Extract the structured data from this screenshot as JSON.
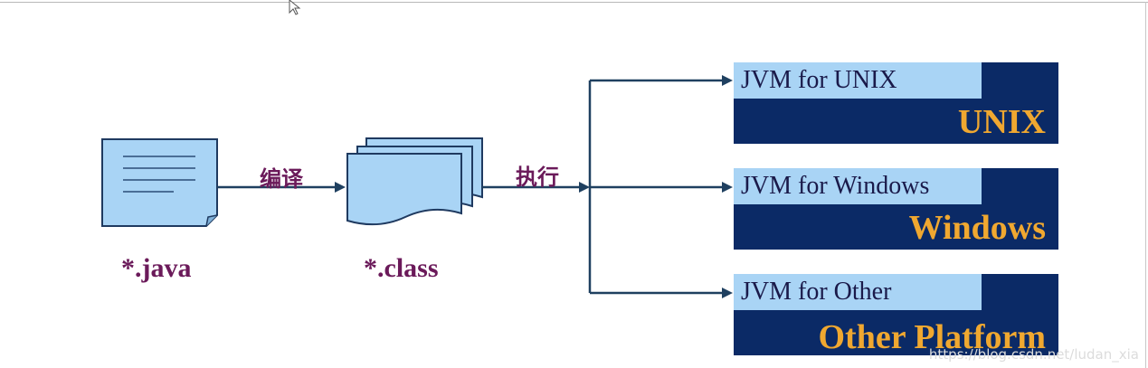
{
  "source_label": "*.java",
  "class_label": "*.class",
  "compile_label": "编译",
  "execute_label": "执行",
  "platforms": [
    {
      "jvm": "JVM for UNIX",
      "os": "UNIX"
    },
    {
      "jvm": "JVM for Windows",
      "os": "Windows"
    },
    {
      "jvm": "JVM for Other",
      "os": "Other Platform"
    }
  ],
  "watermark": "https://blog.csdn.net/ludan_xia",
  "colors": {
    "doc_fill": "#a9d4f5",
    "line": "#1f4060",
    "platform_bg": "#0b2a66",
    "platform_text": "#f0a830",
    "label_text": "#6b1a5a"
  }
}
